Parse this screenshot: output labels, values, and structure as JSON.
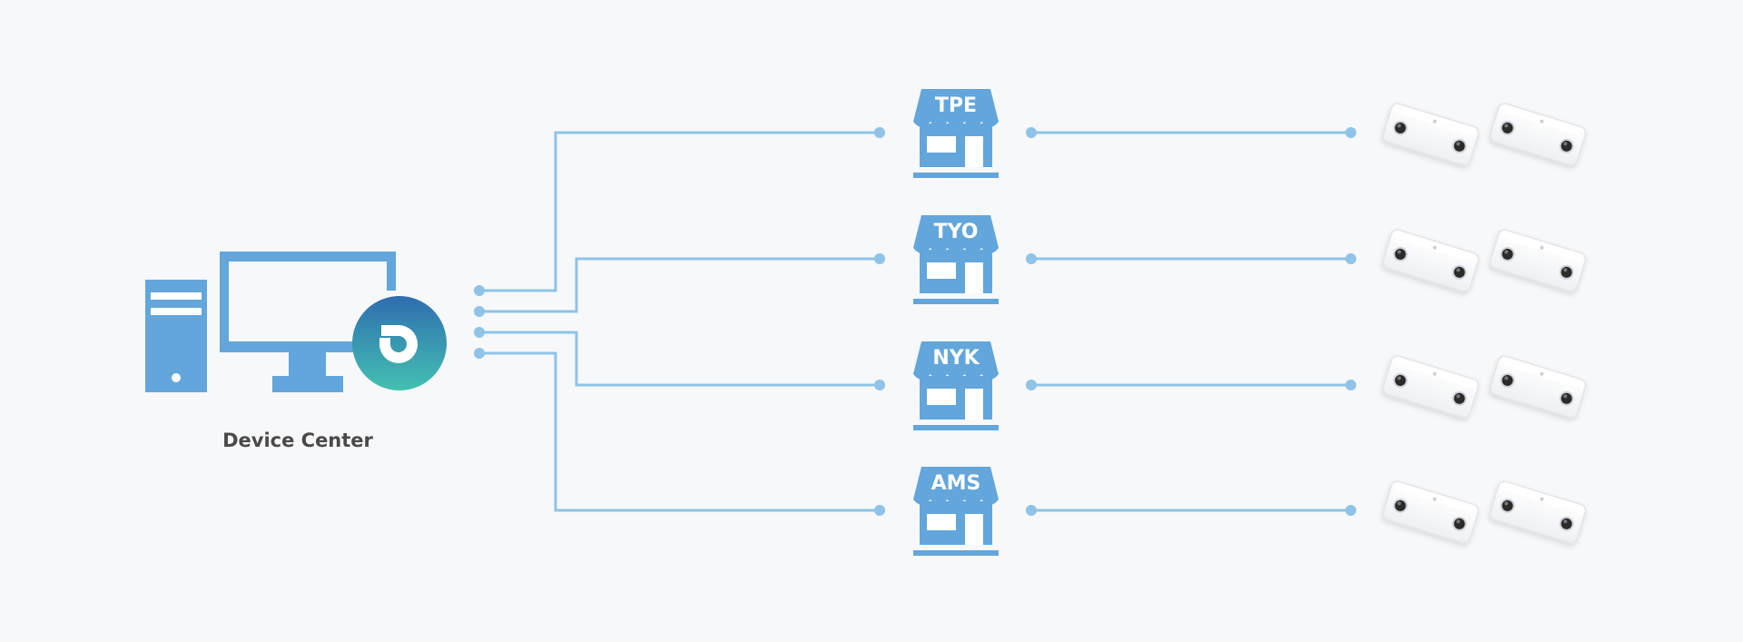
{
  "hub": {
    "label": "Device Center",
    "icon": "computer-with-logo-icon",
    "logo_gradient": [
      "#2f6db0",
      "#43c1b1"
    ]
  },
  "stores": [
    {
      "code": "TPE",
      "icon": "storefront-icon",
      "camera_count": 2
    },
    {
      "code": "TYO",
      "icon": "storefront-icon",
      "camera_count": 2
    },
    {
      "code": "NYK",
      "icon": "storefront-icon",
      "camera_count": 2
    },
    {
      "code": "AMS",
      "icon": "storefront-icon",
      "camera_count": 2
    }
  ],
  "device_icon": "stereo-camera-icon",
  "colors": {
    "primary": "#62a6dc",
    "line": "#8fc3e8",
    "dot": "#8fc3e8",
    "text": "#4a4a4a",
    "background": "#f7f8fa",
    "camera_body": "#ffffff"
  }
}
